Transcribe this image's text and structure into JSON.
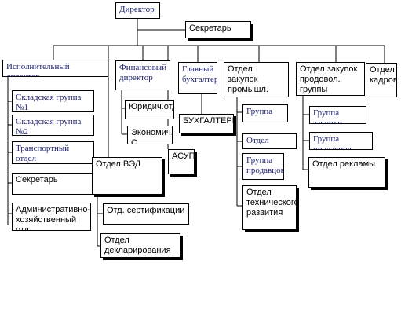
{
  "nodes": {
    "director": "Директор",
    "secretary_top": "Секретарь",
    "exec_director": "Исполнительный директор",
    "warehouse_1": "Складская группа №1",
    "warehouse_2": "Складская группа №2",
    "transport": "Транспортный отдел",
    "secretary_exec": "Секретарь",
    "admin_dept": "Административно-\nхозяйственный отд.",
    "ved_dept": "Отдел ВЭД",
    "certification": "Отд. сертификации",
    "declaration": "Отдел декларирования",
    "fin_director": "Финансовый\nдиректор",
    "legal": "Юридич.отд.",
    "economic": "Экономич. О",
    "asup": "АСУП",
    "chief_accountant": "Главный\nбухгалтер",
    "accounting": "БУХГАЛТЕРИЯ",
    "ind_purchasing": "Отдел закупок\nпромышл. группы",
    "group": "Группа",
    "quality": "Отдел качества",
    "sales_group": "Группа\nпродавцов",
    "tech_dev": "Отдел\nтехнического\nразвития",
    "food_purchasing": "Отдел закупок\nпродовол. группы",
    "purchase_group": "Группа закупки",
    "sales_group_2": "Группа продавцов",
    "advertising": "Отдел рекламы",
    "hr": "Отдел\nкадров"
  }
}
